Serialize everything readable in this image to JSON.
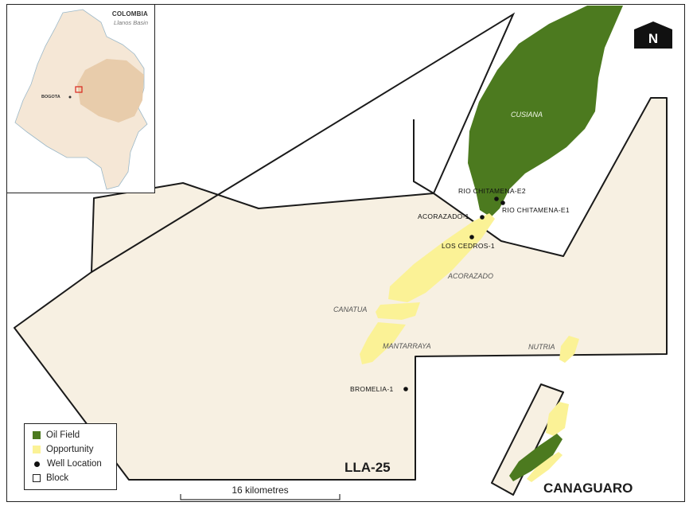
{
  "inset": {
    "country": "COLOMBIA",
    "basin": "Llanos Basin",
    "capital": "BOGOTA"
  },
  "north_arrow": {
    "letter": "N",
    "icon": "north-arrow-icon"
  },
  "legend": {
    "items": [
      {
        "label": "Oil Field",
        "swatch": "#4c7a1f",
        "kind": "square"
      },
      {
        "label": "Opportunity",
        "swatch": "#fbf296",
        "kind": "square"
      },
      {
        "label": "Well Location",
        "swatch": "#111111",
        "kind": "dot"
      },
      {
        "label": "Block",
        "swatch": "#ffffff",
        "kind": "outline"
      }
    ]
  },
  "blocks": {
    "main": "LLA-25",
    "secondary": "CANAGUARO"
  },
  "fields": {
    "oil": "CUSIANA",
    "opportunities": [
      "ACORAZADO",
      "CANATUA",
      "MANTARRAYA",
      "NUTRIA"
    ]
  },
  "wells": [
    "RIO CHITAMENA-E2",
    "RIO CHITAMENA-E1",
    "ACORAZADO-1",
    "LOS CEDROS-1",
    "BROMELIA-1"
  ],
  "scale": {
    "label": "16 kilometres"
  },
  "colors": {
    "block_fill": "#f7f0e2",
    "oil_field": "#4c7a1f",
    "opportunity": "#fbf296",
    "outline": "#1a1a1a",
    "basin_fill": "#e8ccab",
    "country_fill": "#f5e7d6",
    "highlight": "#d9241c"
  }
}
